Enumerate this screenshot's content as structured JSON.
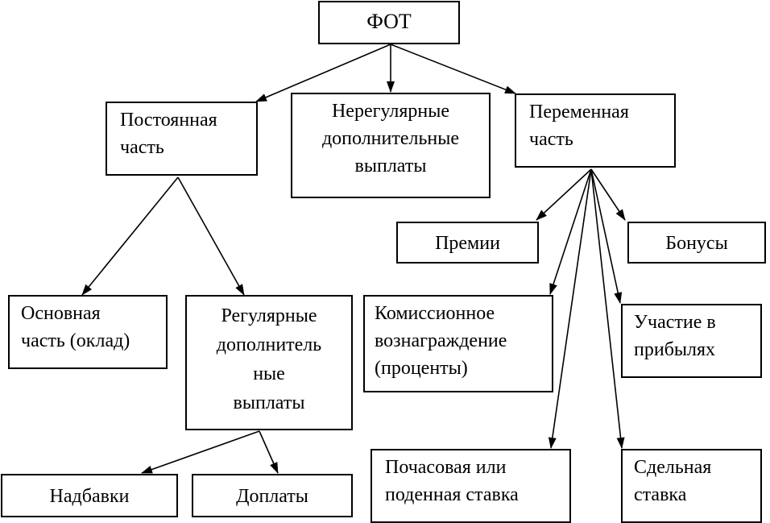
{
  "nodes": {
    "fot": {
      "lines": [
        "ФОТ"
      ]
    },
    "postoyannaya": {
      "lines": [
        "Постоянная",
        "часть"
      ]
    },
    "neregulyarnye": {
      "lines": [
        "Нерегулярные",
        "дополнительные",
        "выплаты"
      ]
    },
    "peremennaya": {
      "lines": [
        "Переменная",
        "часть"
      ]
    },
    "premii": {
      "lines": [
        "Премии"
      ]
    },
    "bonusy": {
      "lines": [
        "Бонусы"
      ]
    },
    "osnovnaya": {
      "lines": [
        "Основная",
        "часть (оклад)"
      ]
    },
    "regulyarnye": {
      "lines": [
        "Регулярные",
        "дополнитель",
        "ные",
        "выплаты"
      ]
    },
    "komissionnoe": {
      "lines": [
        "Комиссионное",
        "вознаграждение",
        "(проценты)"
      ]
    },
    "uchastie": {
      "lines": [
        "Участие в",
        "прибылях"
      ]
    },
    "nadbavki": {
      "lines": [
        "Надбавки"
      ]
    },
    "doplaty": {
      "lines": [
        "Доплаты"
      ]
    },
    "pochasovaya": {
      "lines": [
        "Почасовая или",
        "поденная ставка"
      ]
    },
    "sdelnaya": {
      "lines": [
        "Сдельная",
        "ставка"
      ]
    }
  },
  "edges": [
    {
      "from": "fot",
      "to": "postoyannaya"
    },
    {
      "from": "fot",
      "to": "neregulyarnye"
    },
    {
      "from": "fot",
      "to": "peremennaya"
    },
    {
      "from": "postoyannaya",
      "to": "osnovnaya"
    },
    {
      "from": "postoyannaya",
      "to": "regulyarnye"
    },
    {
      "from": "regulyarnye",
      "to": "nadbavki"
    },
    {
      "from": "regulyarnye",
      "to": "doplaty"
    },
    {
      "from": "peremennaya",
      "to": "premii"
    },
    {
      "from": "peremennaya",
      "to": "bonusy"
    },
    {
      "from": "peremennaya",
      "to": "komissionnoe"
    },
    {
      "from": "peremennaya",
      "to": "uchastie"
    },
    {
      "from": "peremennaya",
      "to": "pochasovaya"
    },
    {
      "from": "peremennaya",
      "to": "sdelnaya"
    }
  ]
}
